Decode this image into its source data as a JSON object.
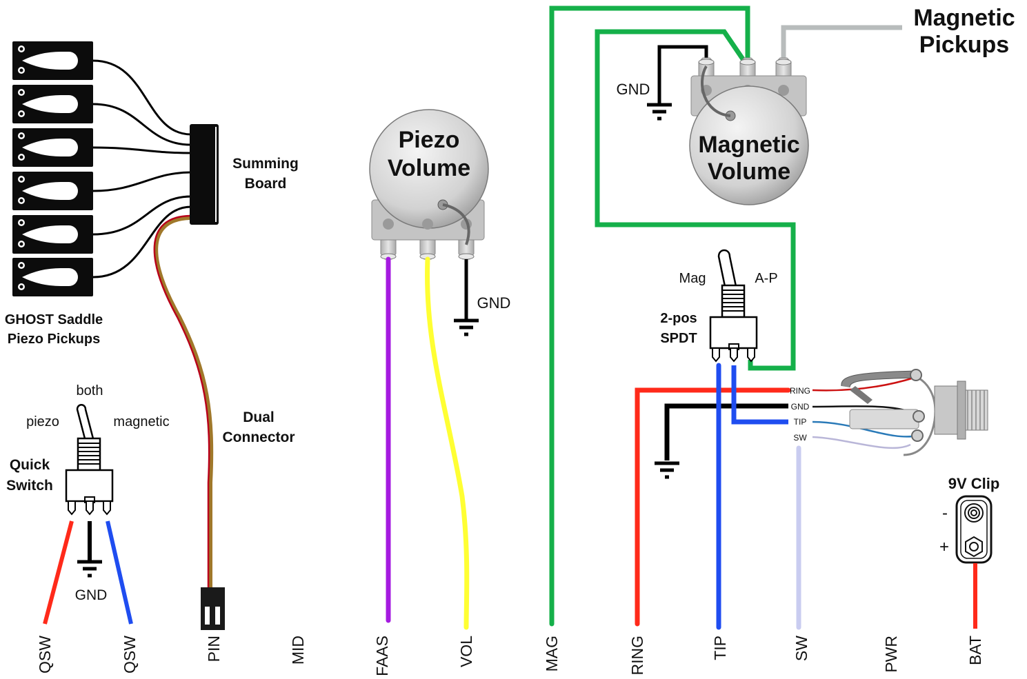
{
  "labels": {
    "magnetic_pickups": [
      "Magnetic",
      "Pickups"
    ],
    "summing_board": [
      "Summing",
      "Board"
    ],
    "ghost_saddle": [
      "GHOST Saddle",
      "Piezo Pickups"
    ],
    "dual_connector": [
      "Dual",
      "Connector"
    ],
    "piezo_volume": [
      "Piezo",
      "Volume"
    ],
    "magnetic_volume": [
      "Magnetic",
      "Volume"
    ],
    "gnd": "GND",
    "mag": "Mag",
    "a_p": "A-P",
    "spdt": [
      "2-pos",
      "SPDT"
    ],
    "quick_switch": [
      "Quick",
      "Switch"
    ],
    "both": "both",
    "piezo": "piezo",
    "magnetic": "magnetic",
    "nine_v_clip": "9V Clip",
    "minus": "-",
    "plus": "+",
    "jack_ring": "RING",
    "jack_gnd": "GND",
    "jack_tip": "TIP",
    "jack_sw": "SW"
  },
  "bottom_labels": [
    "QSW",
    "QSW",
    "PIN",
    "MID",
    "FAAS",
    "VOL",
    "MAG",
    "RING",
    "TIP",
    "SW",
    "PWR",
    "BAT"
  ],
  "colors": {
    "green": "#15b04a",
    "purple": "#a51be0",
    "yellow": "#ffff33",
    "red": "#ff2a1a",
    "blue": "#1f4df0",
    "lavender": "#c9ccf0",
    "grey": "#b8bcbc",
    "black": "#000000"
  }
}
